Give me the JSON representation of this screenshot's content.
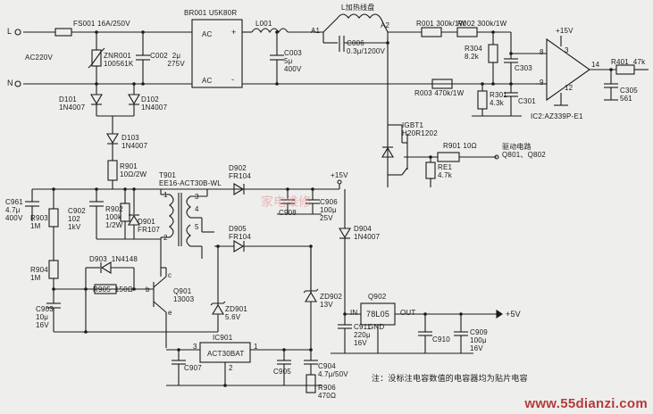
{
  "colors": {
    "background": "#eeeeec",
    "ink": "#1a1a1a",
    "watermark": "#b43a3a"
  },
  "watermark": "www.55dianzi.com",
  "watermark_faint": "家电维修",
  "note": "注：没标注电容数值的电容器均为贴片电容",
  "labels": {
    "L": "L",
    "N": "N",
    "ac220v": "AC220V",
    "fs001": "FS001 16A/250V",
    "znr001": "ZNR001\n100561K",
    "c002": "C002  2μ\n        275V",
    "br001": "BR001 U5K80R",
    "ac1": "AC",
    "ac2": "AC",
    "plus": "+",
    "minus": "-",
    "l001": "L001",
    "c003": "C003\n5μ\n400V",
    "coil": "L加热线盘",
    "a1": "A1",
    "a2": "A2",
    "c006": "C006\n0.3μ/1200V",
    "r001": "R001 300k/1W",
    "r002": "R002 300k/1W",
    "r003": "R003 470k/1W",
    "r304": "R304\n8.2k",
    "c303": "C303",
    "r301": "R301\n4.3k",
    "c301": "C301",
    "vcc15": "+15V",
    "p3": "3",
    "p8": "8",
    "p9": "9",
    "p12": "12",
    "p14": "14",
    "ic2": "IC2:AZ339P-E1",
    "r401": "R401  47k",
    "c305": "C305\n561",
    "igbt": "IGBT1\nH20R1202",
    "r901b": "R901 10Ω",
    "drive": "驱动电路\nQ801、Q802",
    "re1": "RE1\n4.7k",
    "d101": "D101\n1N4007",
    "d102": "D102\n1N4007",
    "d103": "D103\n1N4007",
    "r901": "R901\n10Ω/2W",
    "t901": "T901\nEE16-ACT30B-WL",
    "t1": "1",
    "t2": "2",
    "t3": "3",
    "t4": "4",
    "t5": "5",
    "d902": "D902\nFR104",
    "plus15b": "+15V",
    "c961": "C961\n4.7μ\n400V",
    "c902": "C902\n102\n1kV",
    "r902": "R902\n100k\n1/2W",
    "d901": "D901\nFR107",
    "c908": "C908",
    "c906": "C906\n100μ\n25V",
    "d905": "D905\nFR104",
    "d904": "D904\n1N4007",
    "r903": "R903\n1M",
    "r904": "R904\n1M",
    "d903": "D903  1N4148",
    "r905": "R905  150Ω",
    "q901": "Q901\n13003",
    "qb": "b",
    "qc": "c",
    "qe": "e",
    "c903": "C903\n10μ\n16V",
    "zd901": "ZD901\n5.6V",
    "zd902": "ZD902\n13V",
    "q902": "Q902",
    "in": "IN",
    "out": "OUT",
    "gnd": "GND",
    "reg": "78L05",
    "v5": "+5V",
    "c911": "C911\n220μ\n16V",
    "c910": "C910",
    "c909": "C909\n100μ\n16V",
    "ic901": "IC901",
    "act": "ACT30BAT",
    "ic3": "3",
    "ic1": "1",
    "ic2p": "2",
    "c907": "C907",
    "c905": "C905",
    "c904": "C904\n4.7μ/50V",
    "r906": "R906\n470Ω"
  }
}
